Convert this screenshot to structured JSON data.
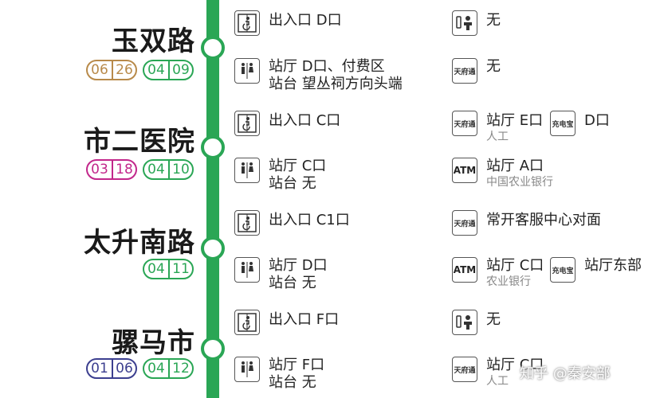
{
  "colors": {
    "line": "#2aa655",
    "line04": "#2aa655",
    "line06": "#b88a4a",
    "line03": "#c2278b",
    "line01": "#3c3f8f"
  },
  "stations": [
    {
      "name": "玉双路",
      "badges": [
        {
          "line": "06",
          "num": "26"
        },
        {
          "line": "04",
          "num": "09"
        }
      ],
      "elevator_text": "出入口 D口",
      "toilet_line1": "站厅 D口、付费区",
      "toilet_line2": "站台 望丛祠方向头端",
      "right1_text": "无",
      "right2_text": "无"
    },
    {
      "name": "市二医院",
      "badges": [
        {
          "line": "03",
          "num": "18"
        },
        {
          "line": "04",
          "num": "10"
        }
      ],
      "elevator_text": "出入口 C口",
      "toilet_line1": "站厅 C口",
      "toilet_line2": "站台 无",
      "right1_text": "站厅 E口",
      "right1_sub": "人工",
      "right1b_text": "D口",
      "right2_text": "站厅 A口",
      "right2_sub": "中国农业银行"
    },
    {
      "name": "太升南路",
      "badges": [
        {
          "line": "04",
          "num": "11"
        }
      ],
      "elevator_text": "出入口 C1口",
      "toilet_line1": "站厅 D口",
      "toilet_line2": "站台 无",
      "right1_text": "常开客服中心对面",
      "right2_text": "站厅 C口",
      "right2_sub": "农业银行",
      "right2b_text": "站厅东部"
    },
    {
      "name": "骡马市",
      "badges": [
        {
          "line": "01",
          "num": "06"
        },
        {
          "line": "04",
          "num": "12"
        }
      ],
      "elevator_text": "出入口 F口",
      "toilet_line1": "站厅 F口",
      "toilet_line2": "站台 无",
      "right1_text": "无",
      "right2_text": "站厅 C口",
      "right2_sub": "人工"
    }
  ],
  "icons": {
    "tianfutong_label": "天府通",
    "charger_label": "充电宝",
    "atm_label": "ATM"
  },
  "watermark": "知乎 @秦安部"
}
